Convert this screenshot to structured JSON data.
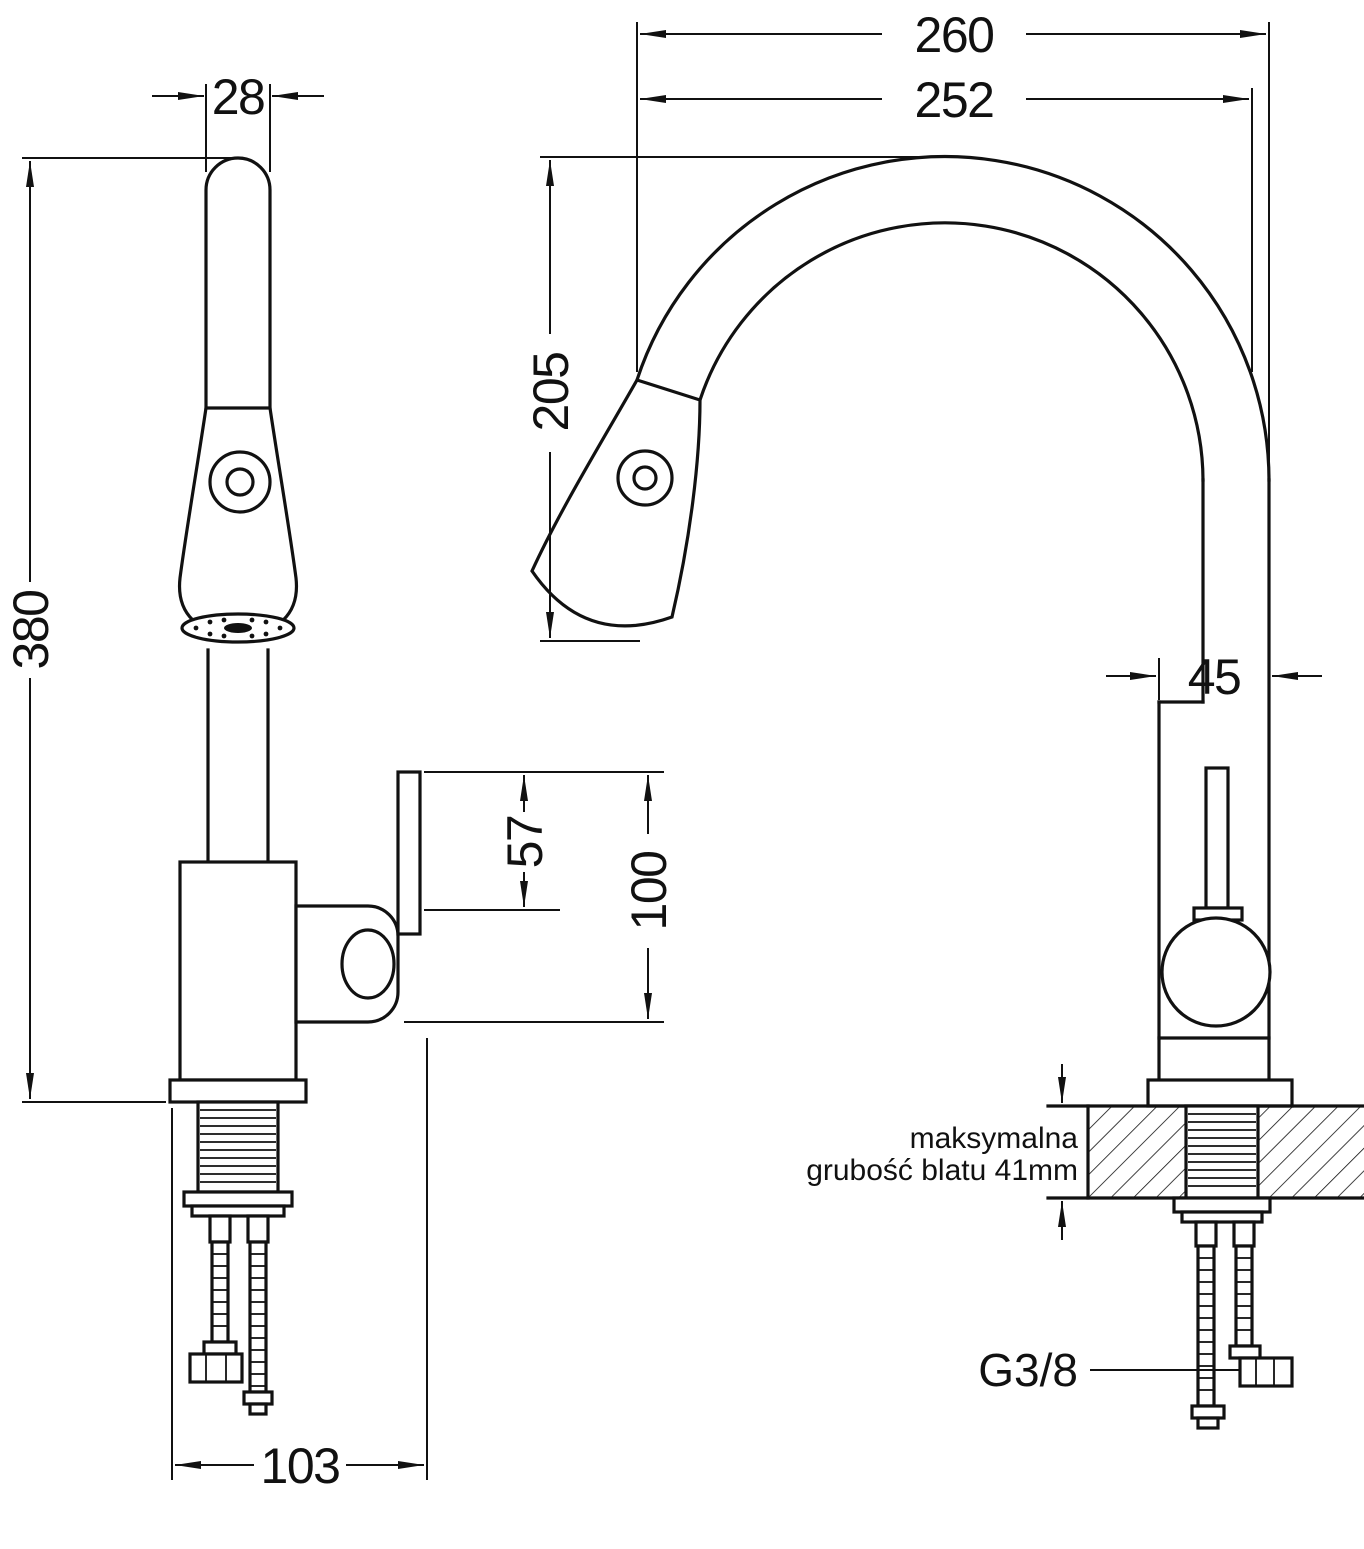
{
  "drawing": {
    "front_view": {
      "dims": {
        "spout_width": "28",
        "total_height": "380",
        "lever_offset": "57",
        "handle_height": "100",
        "base_depth": "103"
      }
    },
    "side_view": {
      "dims": {
        "overall_reach": "260",
        "spout_reach": "252",
        "spout_height": "205",
        "body_width": "45"
      }
    },
    "notes": {
      "counter_line1": "maksymalna",
      "counter_line2": "grubość blatu 41mm",
      "thread_size": "G3/8"
    },
    "colors": {
      "line": "#111111",
      "background": "#ffffff"
    }
  }
}
